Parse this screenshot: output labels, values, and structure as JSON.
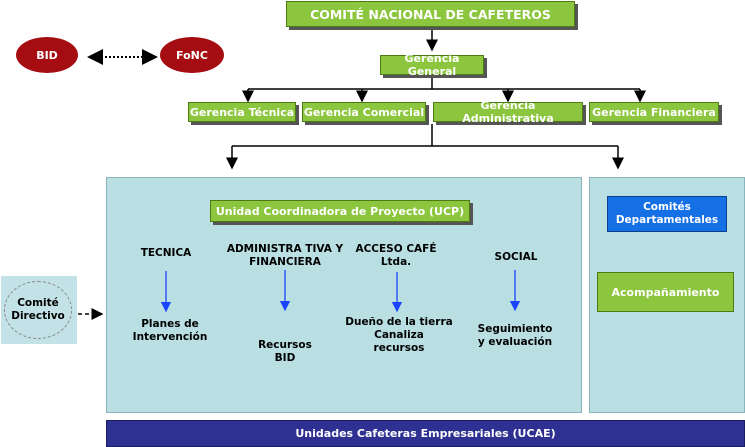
{
  "top": {
    "comite_nacional": "COMITÉ NACIONAL DE CAFETEROS",
    "bid": "BID",
    "fonc": "FoNC",
    "gerencia_general": "Gerencia General"
  },
  "gerencias": {
    "tecnica": "Gerencia Técnica",
    "comercial": "Gerencia Comercial",
    "administrativa": "Gerencia Administrativa",
    "financiera": "Gerencia Financiera"
  },
  "ucp": {
    "title": "Unidad Coordinadora de Proyecto (UCP)",
    "columns": [
      {
        "heading": "TECNICA",
        "detail": "Planes de\nIntervención"
      },
      {
        "heading": "ADMINISTRA TIVA Y\nFINANCIERA",
        "detail": "Recursos\nBID"
      },
      {
        "heading": "ACCESO CAFÉ\nLtda.",
        "detail": "Dueño de la tierra\nCanaliza\nrecursos"
      },
      {
        "heading": "SOCIAL",
        "detail": "Seguimiento\ny evaluación"
      }
    ]
  },
  "right_panel": {
    "comites": "Comités\nDepartamentales",
    "acompanamiento": "Acompañamiento"
  },
  "comite_directivo": "Comité\nDirectivo",
  "ucae": "Unidades Cafeteras Empresariales (UCAE)",
  "colors": {
    "green": "#8cc63f",
    "dark_red": "#a50d12",
    "blue_box": "#1570e6",
    "navy": "#2e3192",
    "panel": "#b9dfe3"
  }
}
